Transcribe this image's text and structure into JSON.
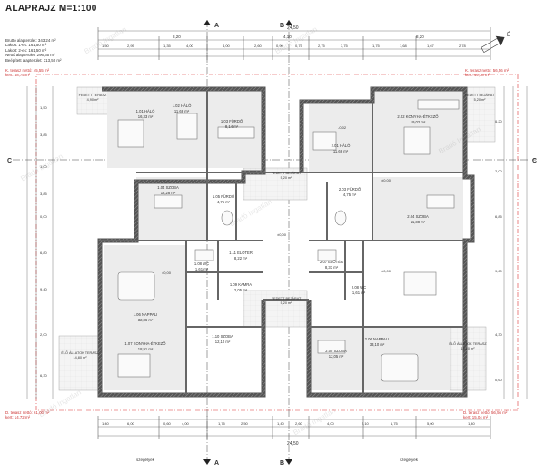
{
  "title": "ALAPRAJZ M=1:100",
  "building_info": [
    "Bruttó alapterület: 343,24 m²",
    "Lakott: 1-es: 161,50 m²",
    "Lakott: 2-es: 161,50 m²",
    "Nettó alapterület: 296,65 m²",
    "Beépített alapterület: 313,50 m²"
  ],
  "terrace_notes": {
    "nw": [
      "K. terasz nettó: 45,55 m²",
      "kert: 48,75 m²"
    ],
    "ne": [
      "K. terasz nettó: 56,56 m²",
      "kert: 49,18 m²"
    ],
    "sw": [
      "D. terasz nettó: 61,00 m²",
      "kert: 14,72 m²"
    ],
    "se": [
      "D. terasz nettó: 56,56 m²",
      "kert: 15,04 m²"
    ]
  },
  "section_marks": [
    "A",
    "B",
    "C"
  ],
  "north_label": "É",
  "rooms": [
    {
      "id": "1.01",
      "name": "HÁLÓ",
      "area": "16,33 m²"
    },
    {
      "id": "1.02",
      "name": "HÁLÓ",
      "area": "11,68 m²"
    },
    {
      "id": "1.03",
      "name": "FÜRDŐ",
      "area": "8,14 m²"
    },
    {
      "id": "1.04",
      "name": "SZOBA",
      "area": "12,28 m²"
    },
    {
      "id": "1.05",
      "name": "FÜRDŐ",
      "area": "4,75 m²"
    },
    {
      "id": "1.06",
      "name": "NAPPALI",
      "area": "32,86 m²"
    },
    {
      "id": "1.07",
      "name": "KONYHA-ÉTKEZŐ",
      "area": "18,91 m²"
    },
    {
      "id": "1.08",
      "name": "WC",
      "area": "1,61 m²"
    },
    {
      "id": "1.09",
      "name": "KAMRA",
      "area": "2,05 m²"
    },
    {
      "id": "1.10",
      "name": "SZOBA",
      "area": "12,10 m²"
    },
    {
      "id": "1.11",
      "name": "ELŐTÉR",
      "area": "8,22 m²"
    },
    {
      "id": "2.01",
      "name": "HÁLÓ",
      "area": "11,66 m²"
    },
    {
      "id": "2.02",
      "name": "KONYHA-ÉTKEZŐ",
      "area": "19,02 m²"
    },
    {
      "id": "2.03",
      "name": "FÜRDŐ",
      "area": "4,75 m²"
    },
    {
      "id": "2.04",
      "name": "SZOBA",
      "area": "11,38 m²"
    },
    {
      "id": "2.05",
      "name": "SZOBA",
      "area": "12,05 m²"
    },
    {
      "id": "2.06",
      "name": "NAPPALI",
      "area": "33,10 m²"
    },
    {
      "id": "2.07",
      "name": "ELŐTÉR",
      "area": "8,33 m²"
    },
    {
      "id": "2.08",
      "name": "WC",
      "area": "1,61 m²"
    }
  ],
  "terraces": [
    {
      "name": "FEDETT TERASZ",
      "area": "4,90 m²"
    },
    {
      "name": "FEDETT BEJÁRAT",
      "area": "5,20 m²"
    },
    {
      "name": "FEDETT BEJÁRAT",
      "area": "5,20 m²"
    },
    {
      "name": "FEDETT BEJÁRAT",
      "area": "5,20 m²"
    },
    {
      "name": "ÉLŐ ÁLLATOK TERASZ",
      "area": "14,80 m²"
    },
    {
      "name": "ÉLŐ ÁLLATOK TERASZ",
      "area": "15,20 m²"
    }
  ],
  "dims": {
    "top_total": "24,50",
    "top_parts": [
      "8,20",
      "4,10",
      "8,20"
    ],
    "top_small": [
      "1,50",
      "2,95",
      "1,35",
      "4,00",
      "4,00",
      "2,60",
      "0,90",
      "0,75",
      "2,75",
      "3,75",
      "1,75",
      "1,68",
      "1,67",
      "2,78"
    ],
    "bottom_total": "24,50",
    "bottom_small": [
      "1,40",
      "6,00",
      "0,60",
      "4,00",
      "1,75",
      "2,50",
      "1,40",
      "2,60",
      "4,00",
      "2,10",
      "1,75",
      "5,00",
      "1,40"
    ],
    "left": [
      "1,50",
      "3,85",
      "1,00",
      "3,85",
      "0,00",
      "6,80",
      "9,40",
      "2,00",
      "6,30"
    ],
    "right": [
      "6,20",
      "2,00",
      "6,85",
      "9,60",
      "4,30",
      "0,60"
    ]
  },
  "levels": [
    "±0,00",
    "±0,00",
    "-0,02",
    "±0,00",
    "±0,00"
  ],
  "watermark": "Bradó Ingatlan",
  "footer": [
    "szegélyek",
    "szegélyek"
  ]
}
